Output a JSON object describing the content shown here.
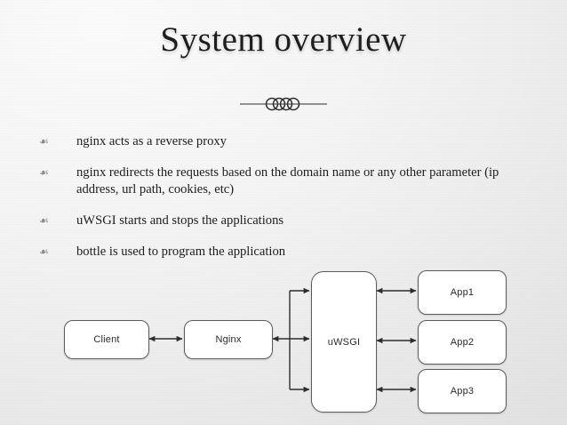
{
  "slide": {
    "title": "System overview",
    "divider_icon": "ornamental-rings-divider",
    "background_accent": "#eaeaea",
    "text_color": "#1d1d1d"
  },
  "bullets": [
    {
      "marker": "☙",
      "text": "nginx acts as a reverse proxy"
    },
    {
      "marker": "☙",
      "text": "nginx redirects the requests based on the domain name or any other parameter (ip address, url path, cookies, etc)"
    },
    {
      "marker": "☙",
      "text": "uWSGI starts and stops the applications"
    },
    {
      "marker": "☙",
      "text": "bottle is used to program the application"
    }
  ],
  "diagram": {
    "nodes": {
      "client": "Client",
      "nginx": "Nginx",
      "uwsgi": "uWSGI",
      "app1": "App1",
      "app2": "App2",
      "app3": "App3"
    },
    "stroke_color": "#3a3a3a",
    "node_fill": "#ffffff",
    "node_border": "#5a5a5a"
  }
}
